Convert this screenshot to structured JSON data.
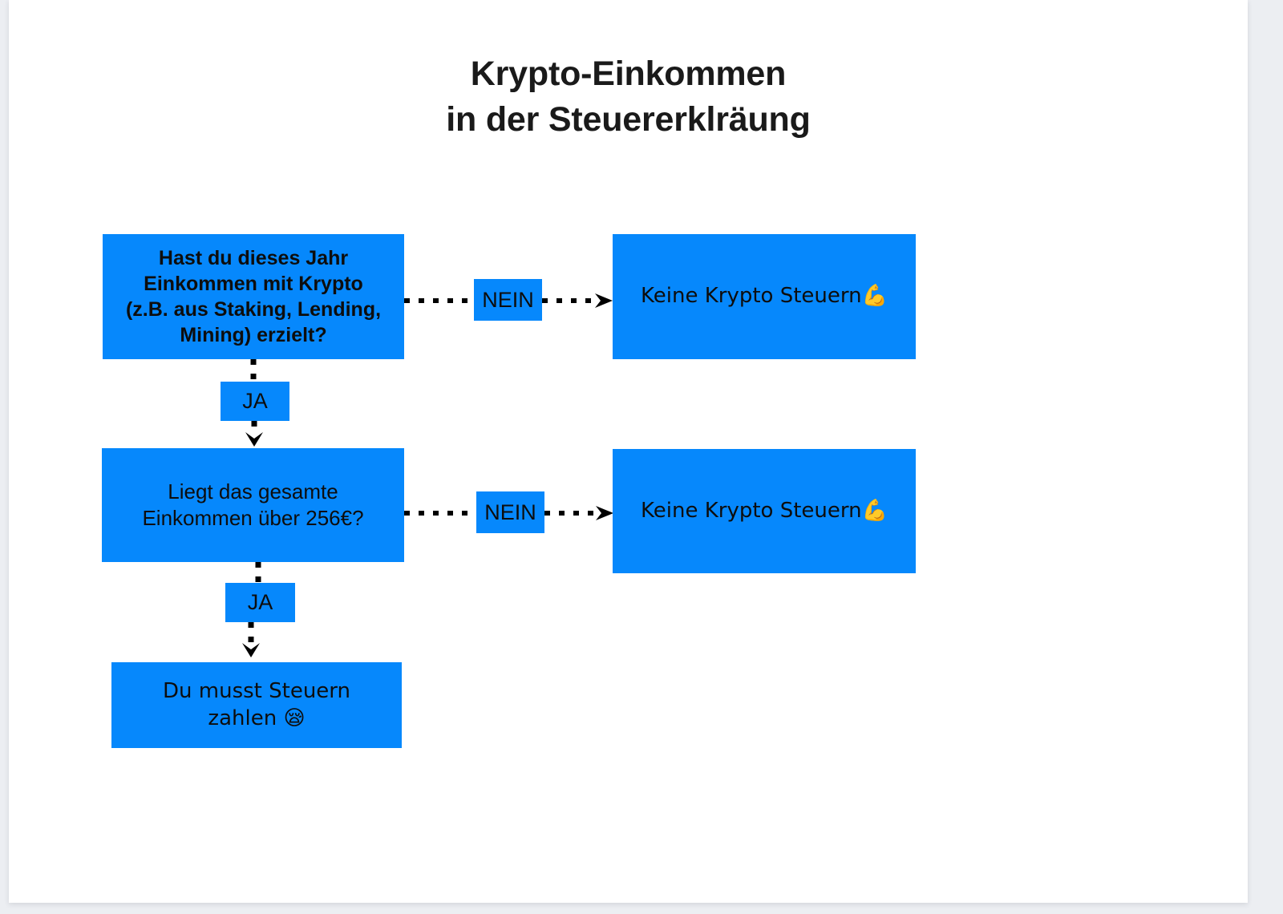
{
  "slide": {
    "title": "Krypto-Einkommen\nin der Steuererklräung",
    "background_color": "#ffffff",
    "canvas_color": "#eceef2"
  },
  "theme": {
    "node_fill": "#0688fc",
    "node_text": "#0d0d0d",
    "connector_color": "#000000",
    "title_color": "#1a1a1a"
  },
  "flow": {
    "nodes": [
      {
        "id": "q1",
        "type": "decision",
        "label": "Hast du dieses Jahr\nEinkommen mit Krypto\n(z.B. aus Staking, Lending,\nMining) erzielt?"
      },
      {
        "id": "r1",
        "type": "terminal",
        "label": "Keine Krypto Steuern💪"
      },
      {
        "id": "q2",
        "type": "decision",
        "label": "Liegt das gesamte\nEinkommen über 256€?"
      },
      {
        "id": "r2",
        "type": "terminal",
        "label": "Keine Krypto Steuern💪"
      },
      {
        "id": "r3",
        "type": "terminal",
        "label": "Du musst Steuern\nzahlen 😪"
      }
    ],
    "edges": [
      {
        "id": "e1",
        "from": "q1",
        "to": "r1",
        "label": "NEIN",
        "direction": "right",
        "style": "dotted"
      },
      {
        "id": "e2",
        "from": "q1",
        "to": "q2",
        "label": "JA",
        "direction": "down",
        "style": "dotted"
      },
      {
        "id": "e3",
        "from": "q2",
        "to": "r2",
        "label": "NEIN",
        "direction": "right",
        "style": "dotted"
      },
      {
        "id": "e4",
        "from": "q2",
        "to": "r3",
        "label": "JA",
        "direction": "down",
        "style": "dotted"
      }
    ]
  }
}
